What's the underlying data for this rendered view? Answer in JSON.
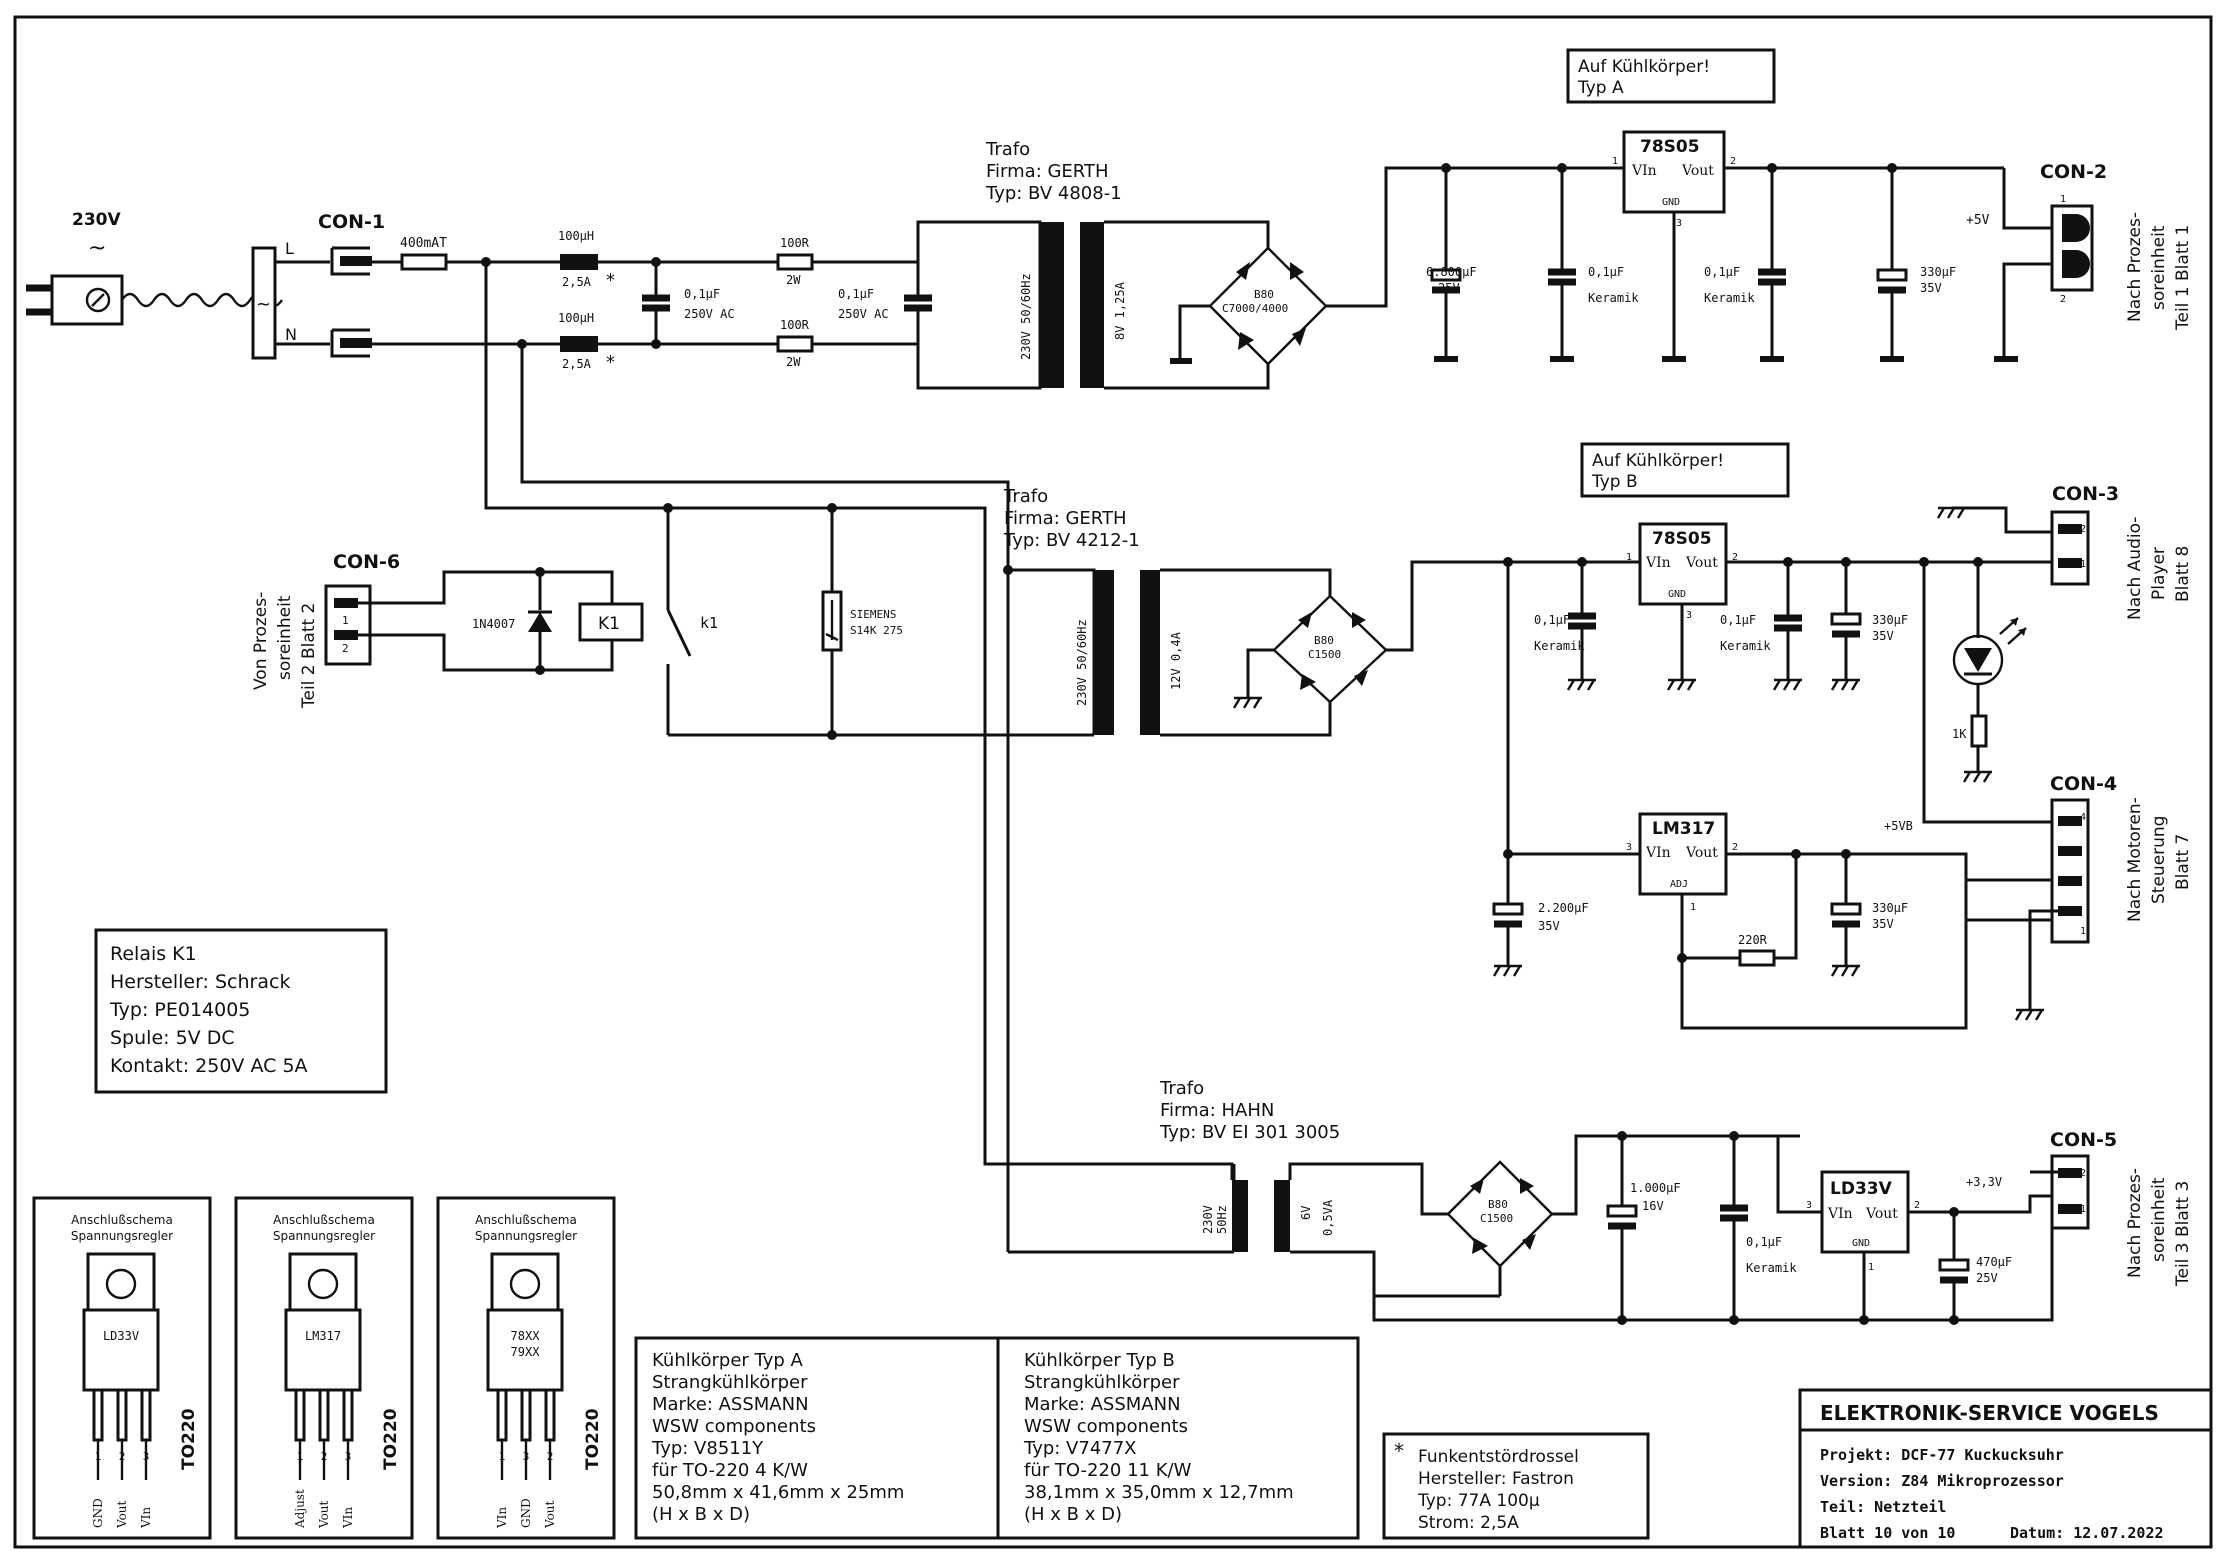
{
  "mains": {
    "voltage": "230V",
    "ac_symbol": "~",
    "filter_ac": "~",
    "live": "L",
    "neutral": "N",
    "fuse": "400mAT"
  },
  "connectors": {
    "con1": "CON-1",
    "con2": "CON-2",
    "con3": "CON-3",
    "con4": "CON-4",
    "con5": "CON-5",
    "con6": "CON-6"
  },
  "pins": {
    "p1": "1",
    "p2": "2",
    "p3": "3",
    "p4": "4"
  },
  "chokes": {
    "value": "100µH",
    "current": "2,5A",
    "mark": "*"
  },
  "resistors": {
    "r100": "100R",
    "r100_power": "2W",
    "r220": "220R",
    "r1k": "1K"
  },
  "caps": {
    "x1": "0,1µF",
    "x1_rating": "250V AC",
    "c6800": "6.800µF",
    "c6800_v": "25V",
    "c01": "0,1µF",
    "keramik": "Keramik",
    "c330": "330µF",
    "c330_v": "35V",
    "c2200": "2.200µF",
    "c2200_v": "35V",
    "c1000": "1.000µF",
    "c1000_v": "16V",
    "c470": "470µF",
    "c470_v": "25V"
  },
  "transformers": {
    "t1": {
      "title": "Trafo",
      "maker": "Firma: GERTH",
      "type": "Typ: BV 4808-1",
      "primary": "230V 50/60Hz",
      "secondary": "8V  1,25A"
    },
    "t2": {
      "title": "Trafo",
      "maker": "Firma: GERTH",
      "type": "Typ: BV 4212-1",
      "primary": "230V 50/60Hz",
      "secondary": "12V  0,4A"
    },
    "t3": {
      "title": "Trafo",
      "maker": "Firma: HAHN",
      "type": "Typ: BV EI 301 3005",
      "primary_v": "230V",
      "primary_f": "50Hz",
      "secondary_v": "6V",
      "secondary_va": "0,5VA"
    }
  },
  "bridges": {
    "b1": "B80",
    "b1_type": "C7000/4000",
    "b2": "B80",
    "b2_type": "C1500",
    "b3": "B80",
    "b3_type": "C1500"
  },
  "regulators": {
    "r1": "78S05",
    "r2": "78S05",
    "r3": "LM317",
    "r4": "LD33V",
    "vin": "VIn",
    "vout": "Vout",
    "gnd": "GND",
    "adj": "ADJ"
  },
  "heatsink_notes": {
    "a_line1": "Auf Kühlkörper!",
    "a_line2": "Typ A",
    "b_line1": "Auf Kühlkörper!",
    "b_line2": "Typ B"
  },
  "rails": {
    "plus5v": "+5V",
    "plus5vb": "+5VB",
    "plus33v": "+3,3V"
  },
  "destinations": {
    "con2_l1": "Nach Prozes-",
    "con2_l2": "soreinheit",
    "con2_l3": "Teil 1  Blatt 1",
    "con3_l1": "Nach Audio-",
    "con3_l2": "Player",
    "con3_l3": "Blatt 8",
    "con4_l1": "Nach Motoren-",
    "con4_l2": "Steuerung",
    "con4_l3": "Blatt 7",
    "con5_l1": "Nach Prozes-",
    "con5_l2": "soreinheit",
    "con5_l3": "Teil 3  Blatt 3",
    "con6_l1": "Von Prozes-",
    "con6_l2": "soreinheit",
    "con6_l3": "Teil 2  Blatt 2"
  },
  "relay": {
    "diode": "1N4007",
    "coil": "K1",
    "contact": "k1",
    "varistor_maker": "SIEMENS",
    "varistor_type": "S14K 275"
  },
  "relay_info": [
    "Relais K1",
    "Hersteller: Schrack",
    "Typ: PE014005",
    "Spule: 5V DC",
    "Kontakt: 250V AC 5A"
  ],
  "pinouts": [
    {
      "title1": "Anschlußschema",
      "title2": "Spannungsregler",
      "chip": "LD33V",
      "chip2": "",
      "pins": [
        "1",
        "2",
        "3"
      ],
      "labels": [
        "GND",
        "Vout",
        "VIn"
      ],
      "package": "TO220"
    },
    {
      "title1": "Anschlußschema",
      "title2": "Spannungsregler",
      "chip": "LM317",
      "chip2": "",
      "pins": [
        "1",
        "2",
        "3"
      ],
      "labels": [
        "Adjust",
        "Vout",
        "VIn"
      ],
      "package": "TO220"
    },
    {
      "title1": "Anschlußschema",
      "title2": "Spannungsregler",
      "chip": "78XX",
      "chip2": "79XX",
      "pins": [
        "1",
        "3",
        "2"
      ],
      "labels": [
        "VIn",
        "GND",
        "Vout"
      ],
      "package": "TO220"
    }
  ],
  "heatsinks": {
    "a": [
      "Kühlkörper Typ A",
      "Strangkühlkörper",
      "Marke: ASSMANN",
      "WSW components",
      "Typ: V8511Y",
      "für TO-220   4 K/W",
      "50,8mm x 41,6mm x 25mm",
      "(H x B x D)"
    ],
    "b": [
      "Kühlkörper Typ B",
      "Strangkühlkörper",
      "Marke: ASSMANN",
      "WSW components",
      "Typ: V7477X",
      "für TO-220  11 K/W",
      "38,1mm x 35,0mm x 12,7mm",
      "(H x B x D)"
    ]
  },
  "choke_info": {
    "star": "*",
    "lines": [
      "Funkentstördrossel",
      "Hersteller: Fastron",
      "Typ: 77A 100µ",
      "Strom: 2,5A"
    ]
  },
  "titleblock": {
    "company": "ELEKTRONIK-SERVICE VOGELS",
    "project": "Projekt: DCF-77 Kuckucksuhr",
    "version": "Version: Z84 Mikroprozessor",
    "part": "Teil: Netzteil",
    "sheet": "Blatt 10 von 10",
    "date": "Datum: 12.07.2022"
  }
}
